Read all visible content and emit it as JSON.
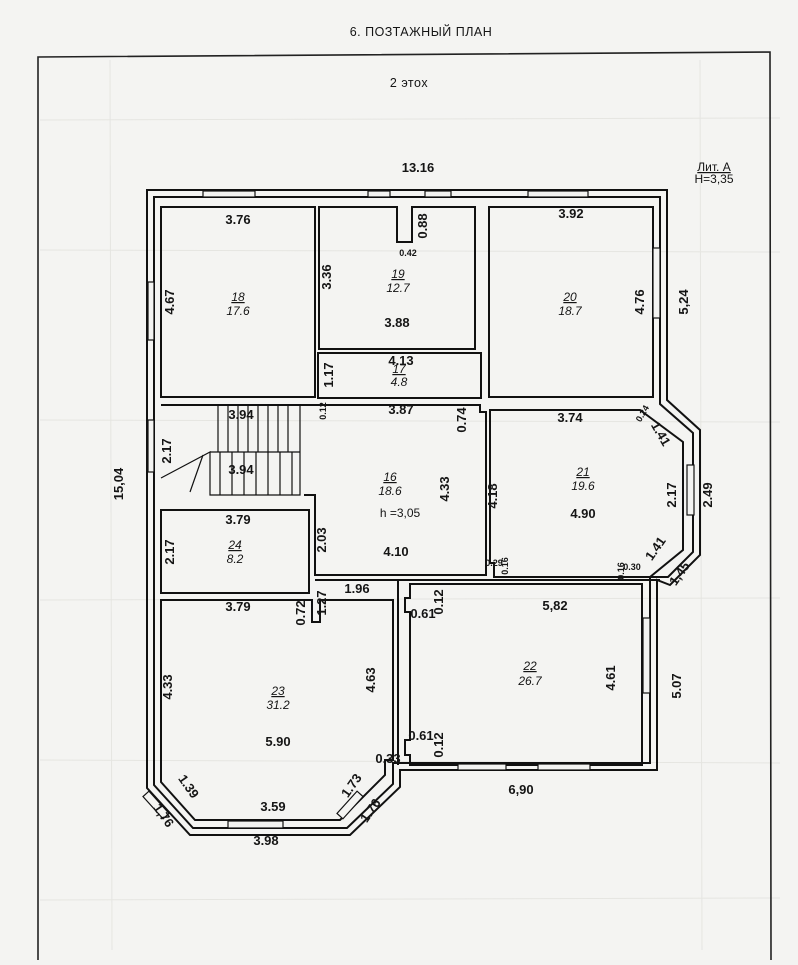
{
  "header": {
    "section_title": "6. ПОЗТАЖНЫЙ ПЛАН",
    "floor_label": "2 этох"
  },
  "building": {
    "liter": "Лит. А",
    "height": "Н=3,35"
  },
  "rooms": [
    {
      "id": "r18",
      "number": "18",
      "area": "17.6"
    },
    {
      "id": "r19",
      "number": "19",
      "area": "12.7"
    },
    {
      "id": "r20",
      "number": "20",
      "area": "18.7"
    },
    {
      "id": "r17",
      "number": "17",
      "area": "4.8"
    },
    {
      "id": "r16",
      "number": "16",
      "area": "18.6",
      "height": "h =3,05"
    },
    {
      "id": "r21",
      "number": "21",
      "area": "19.6"
    },
    {
      "id": "r24",
      "number": "24",
      "area": "8.2"
    },
    {
      "id": "r22",
      "number": "22",
      "area": "26.7"
    },
    {
      "id": "r23",
      "number": "23",
      "area": "31.2"
    }
  ],
  "dimensions": [
    {
      "id": "d_total_width",
      "value": "13.16"
    },
    {
      "id": "d_total_depth",
      "value": "15,04"
    },
    {
      "id": "d_r18_w",
      "value": "3.76"
    },
    {
      "id": "d_r18_h",
      "value": "4.67"
    },
    {
      "id": "d_r19_h",
      "value": "3.36"
    },
    {
      "id": "d_r19_w",
      "value": "3.88"
    },
    {
      "id": "d_r19_niche_h",
      "value": "0.88"
    },
    {
      "id": "d_r19_niche_w",
      "value": "0.42"
    },
    {
      "id": "d_r20_w",
      "value": "3.92"
    },
    {
      "id": "d_r20_h",
      "value": "4.76"
    },
    {
      "id": "d_r20_ext",
      "value": "5,24"
    },
    {
      "id": "d_r17_w",
      "value": "4.13"
    },
    {
      "id": "d_r17_h",
      "value": "1.17"
    },
    {
      "id": "d_stair_w1",
      "value": "3.94"
    },
    {
      "id": "d_stair_w2",
      "value": "3.94"
    },
    {
      "id": "d_stair_h",
      "value": "2.17"
    },
    {
      "id": "d_r16_top",
      "value": "3.87"
    },
    {
      "id": "d_r16_wall",
      "value": "0.12"
    },
    {
      "id": "d_r16_step",
      "value": "0.74"
    },
    {
      "id": "d_r16_h",
      "value": "4.33"
    },
    {
      "id": "d_r16_w",
      "value": "4.10"
    },
    {
      "id": "d_r16_left",
      "value": "2.03"
    },
    {
      "id": "d_r21_top",
      "value": "3.74"
    },
    {
      "id": "d_r21_left",
      "value": "4.18"
    },
    {
      "id": "d_r21_w",
      "value": "4.90"
    },
    {
      "id": "d_r21_bay1",
      "value": "1.41"
    },
    {
      "id": "d_r21_bay2",
      "value": "2.17"
    },
    {
      "id": "d_r21_bay3",
      "value": "1.41"
    },
    {
      "id": "d_r21_bay_ext",
      "value": "2.49"
    },
    {
      "id": "d_r21_bay_ext2",
      "value": "1,45"
    },
    {
      "id": "d_r21_s1",
      "value": "0.24"
    },
    {
      "id": "d_r21_s2",
      "value": "0.29"
    },
    {
      "id": "d_r21_s3",
      "value": "0.16"
    },
    {
      "id": "d_r21_s4",
      "value": "0.30"
    },
    {
      "id": "d_r21_s5",
      "value": "0.16"
    },
    {
      "id": "d_r24_w",
      "value": "3.79"
    },
    {
      "id": "d_r24_h",
      "value": "2.17"
    },
    {
      "id": "d_r23_w",
      "value": "3.79"
    },
    {
      "id": "d_r23_wall",
      "value": "0.72"
    },
    {
      "id": "d_r23_niche",
      "value": "1.27"
    },
    {
      "id": "d_r23_niche_w",
      "value": "1.96"
    },
    {
      "id": "d_r23_left",
      "value": "4.33"
    },
    {
      "id": "d_r23_right",
      "value": "4.63"
    },
    {
      "id": "d_r23_mid",
      "value": "5.90"
    },
    {
      "id": "d_r23_step",
      "value": "0.33"
    },
    {
      "id": "d_r23_bay1",
      "value": "1.39"
    },
    {
      "id": "d_r23_bay_ext1",
      "value": "1,76"
    },
    {
      "id": "d_r23_bot",
      "value": "3.59"
    },
    {
      "id": "d_r23_bot_ext",
      "value": "3.98"
    },
    {
      "id": "d_r23_bay2",
      "value": "1.73"
    },
    {
      "id": "d_r23_bay_ext2",
      "value": "1.76"
    },
    {
      "id": "d_r22_top",
      "value": "5,82"
    },
    {
      "id": "d_r22_wall1",
      "value": "0.61"
    },
    {
      "id": "d_r22_wall1b",
      "value": "0.12"
    },
    {
      "id": "d_r22_h",
      "value": "4.61"
    },
    {
      "id": "d_r22_ext",
      "value": "5.07"
    },
    {
      "id": "d_r22_wall2",
      "value": "0.61"
    },
    {
      "id": "d_r22_wall2b",
      "value": "0.12"
    },
    {
      "id": "d_r22_bot",
      "value": "6,90"
    }
  ]
}
